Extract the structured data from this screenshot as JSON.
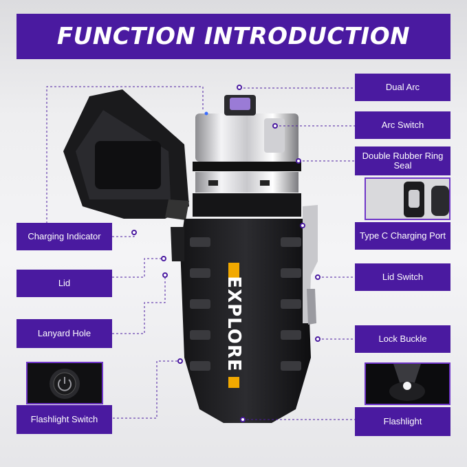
{
  "banner": {
    "title": "FUNCTION INTRODUCTION"
  },
  "product": {
    "brand_text": "EXPLORE"
  },
  "labels": {
    "dual_arc": "Dual Arc",
    "arc_switch": "Arc Switch",
    "double_rubber_ring_seal": "Double Rubber Ring Seal",
    "type_c_charging_port": "Type C Charging Port",
    "lid_switch": "Lid Switch",
    "lock_buckle": "Lock Buckle",
    "flashlight": "Flashlight",
    "charging_indicator": "Charging Indicator",
    "lid": "Lid",
    "lanyard_hole": "Lanyard Hole",
    "flashlight_switch": "Flashlight Switch"
  },
  "colors": {
    "accent": "#4a1aa0",
    "thumb_border": "#6f35c8",
    "brand_bar": "#f2a900"
  }
}
